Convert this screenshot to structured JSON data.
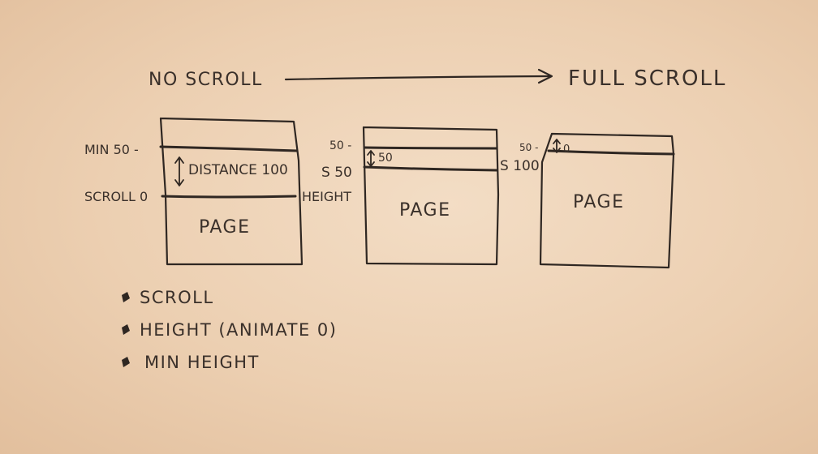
{
  "header": {
    "left_label": "NO SCROLL",
    "right_label": "FULL SCROLL"
  },
  "diagram_1": {
    "min_label": "MIN 50 -",
    "distance_label": "DISTANCE 100",
    "scroll_label": "SCROLL 0",
    "page_label": "PAGE"
  },
  "diagram_2": {
    "height_label": "HEIGHT",
    "min_label": "50 -",
    "inner_label": "50",
    "scroll_label": "S 50",
    "page_label": "PAGE"
  },
  "diagram_3": {
    "min_label": "50 -",
    "inner_label": "0",
    "scroll_label": "S 100",
    "page_label": "PAGE"
  },
  "notes": {
    "items": [
      "SCROLL",
      "HEIGHT (ANIMATE 0)",
      "MIN HEIGHT"
    ]
  }
}
